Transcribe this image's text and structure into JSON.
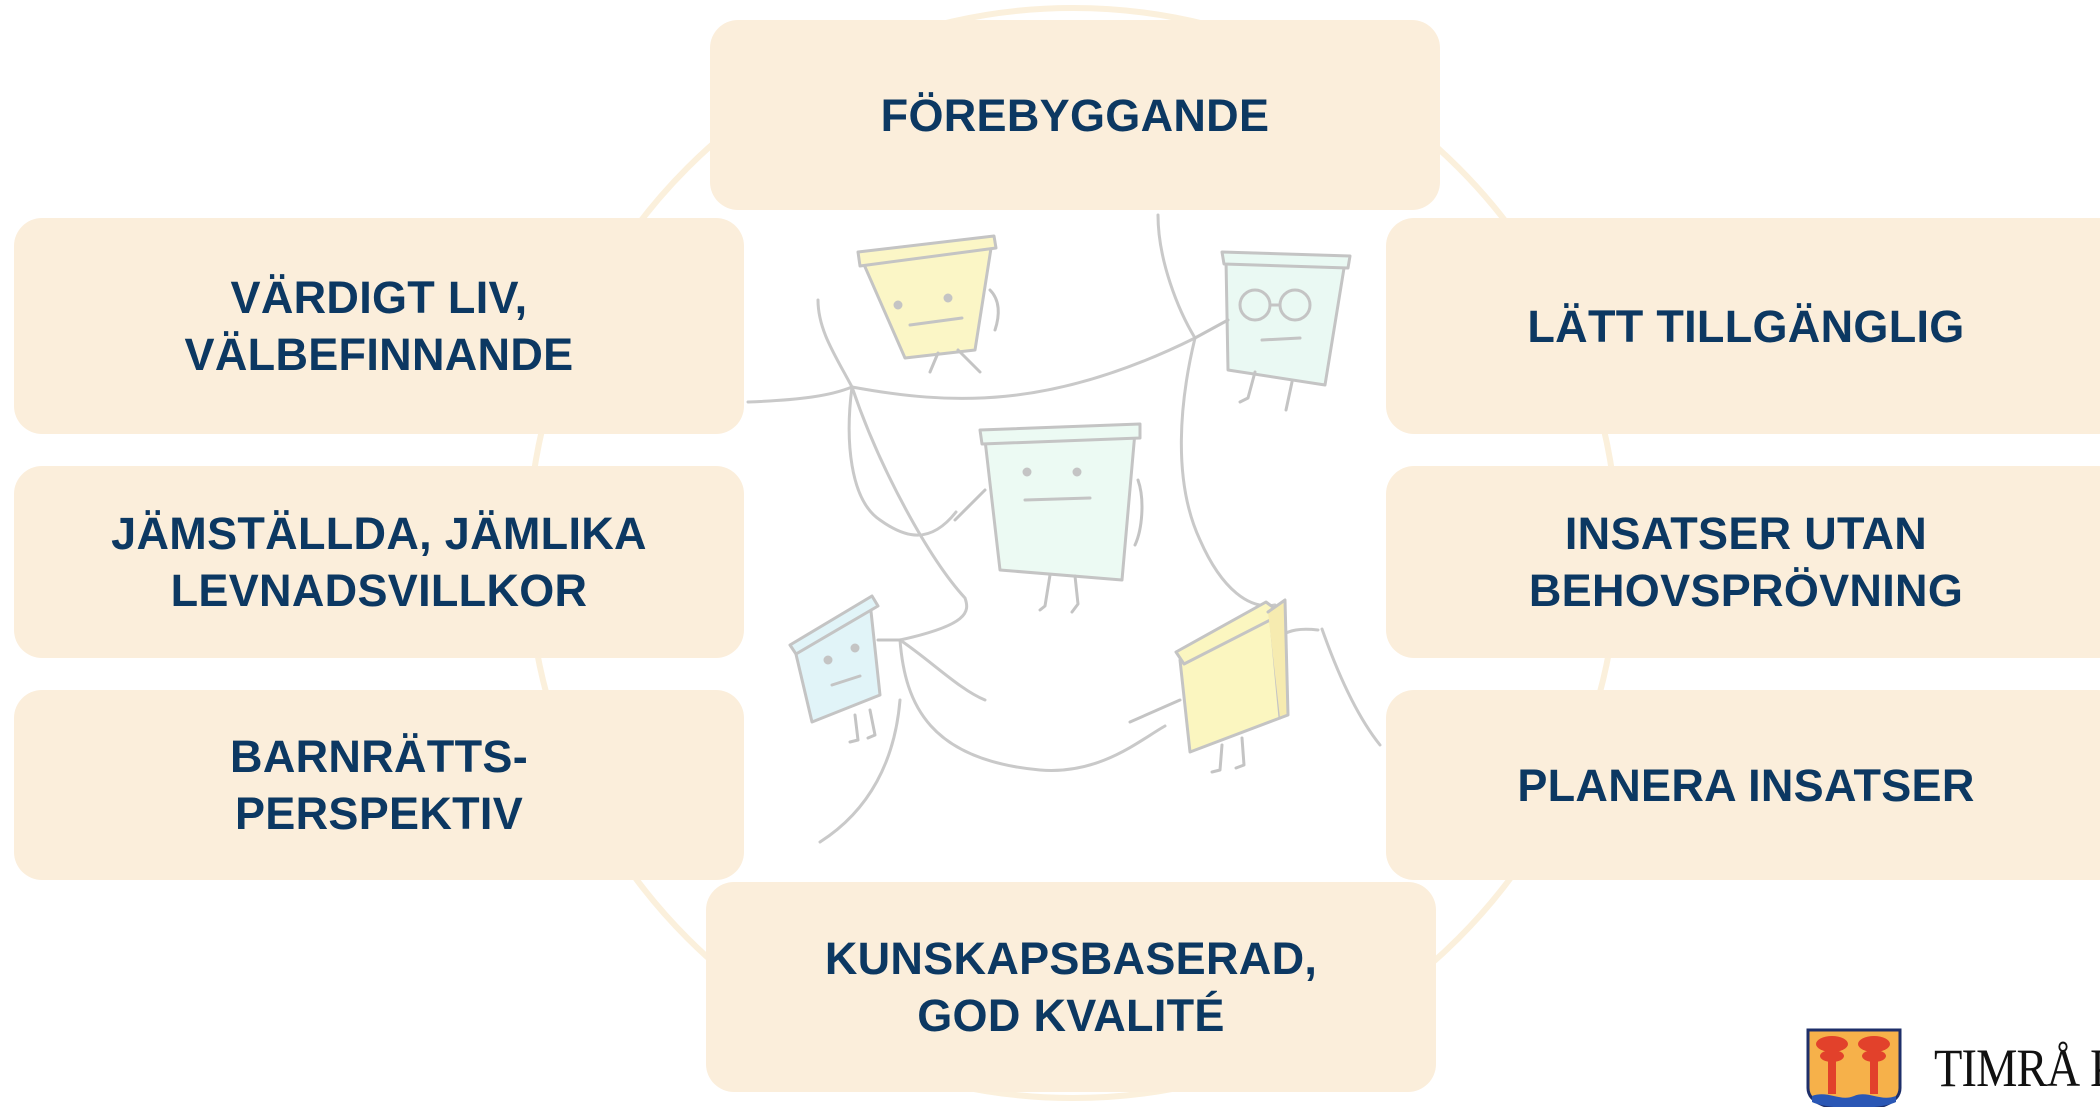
{
  "diagram": {
    "principles": {
      "top": "FÖREBYGGANDE",
      "left_1": "VÄRDIGT LIV,\nVÄLBEFINNANDE",
      "left_2": "JÄMSTÄLLDA, JÄMLIKA\nLEVNADSVILLKOR",
      "left_3": "BARNRÄTTS-\nPERSPEKTIV",
      "right_1": "LÄTT TILLGÄNGLIG",
      "right_2": "INSATSER UTAN\nBEHOVSPRÖVNING",
      "right_3": "PLANERA INSATSER",
      "bottom": "KUNSKAPSBASERAD,\nGOD KVALITÉ"
    },
    "illustration": {
      "icon": "people-network-illustration",
      "figures": [
        {
          "name": "figure-yellow-top-left",
          "fill": "#fbf6c6"
        },
        {
          "name": "figure-glasses-top-right",
          "fill": "#eaf9f3"
        },
        {
          "name": "figure-center",
          "fill": "#ecfaf3"
        },
        {
          "name": "figure-blue-bottom-left",
          "fill": "#e1f4f8"
        },
        {
          "name": "figure-yellow-bottom-right",
          "fill": "#fbf6c0"
        }
      ]
    }
  },
  "logo": {
    "text": "TIMRÅ KOMMUN",
    "icon": "timra-coat-of-arms-icon"
  },
  "colors": {
    "box_fill": "#fbeedb",
    "text": "#0c3862",
    "ring": "#fbf0dc",
    "sketch_lines": "#c9c9c9"
  }
}
